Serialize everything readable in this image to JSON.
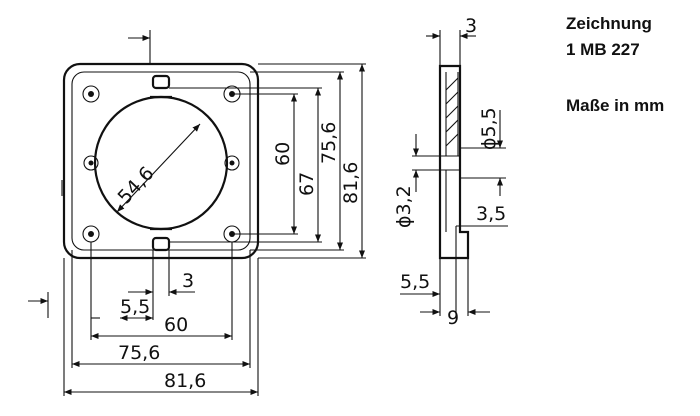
{
  "title_block": {
    "line1": "Zeichnung",
    "line2": "1 MB 227",
    "units": "Maße in mm"
  },
  "front_view": {
    "dims": {
      "cutout_diameter": "54,6",
      "slot_width": "3",
      "slot_offset": "5,5",
      "hole_spacing_h": "60",
      "inner_width": "75,6",
      "outer_width": "81,6",
      "hole_spacing_v": "60",
      "inner_height_v": "67",
      "inner_height_75": "75,6",
      "outer_height": "81,6"
    }
  },
  "side_view": {
    "dims": {
      "thickness_top": "3",
      "hole_dia_large": "ϕ5,5",
      "hole_dia_small": "ϕ3,2",
      "step_depth": "3,5",
      "left_width": "5,5",
      "total_width": "9"
    }
  }
}
